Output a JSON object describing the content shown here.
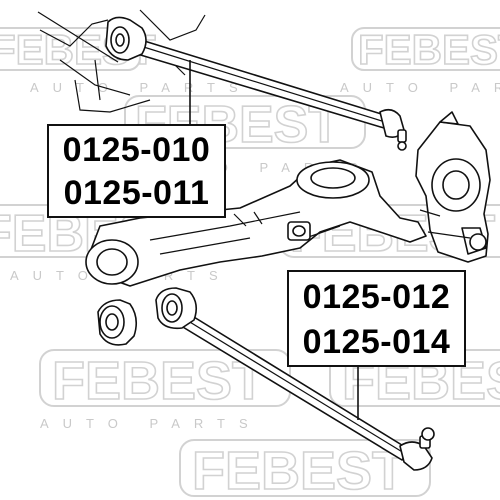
{
  "watermark": {
    "brand": "FEBEST",
    "sub": "AUTO PARTS",
    "color": "#d2d2d2"
  },
  "diagram": {
    "line_color": "#111111",
    "background": "#ffffff",
    "parts": [
      "upper-rear-control-rod",
      "trailing-arm",
      "arm-bushing",
      "loose-bushing",
      "lower-control-rod",
      "knuckle"
    ]
  },
  "labels": {
    "group_upper": [
      "0125-010",
      "0125-011"
    ],
    "group_lower": [
      "0125-012",
      "0125-014"
    ]
  }
}
